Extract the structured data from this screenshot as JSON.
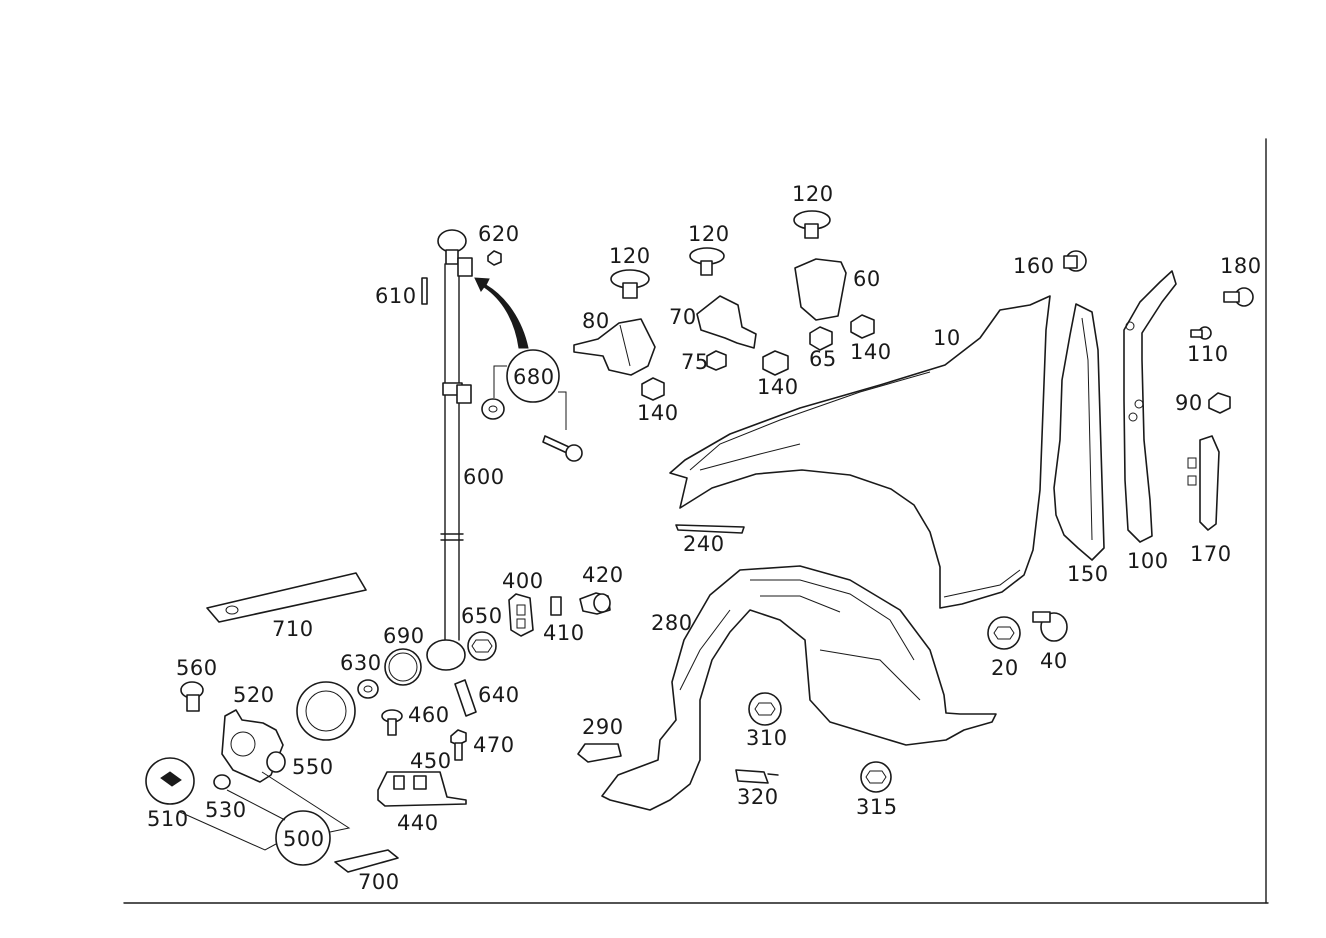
{
  "labels": {
    "p10": "10",
    "p20": "20",
    "p40": "40",
    "p60": "60",
    "p65": "65",
    "p70": "70",
    "p75": "75",
    "p80": "80",
    "p90": "90",
    "p100": "100",
    "p110": "110",
    "p120a": "120",
    "p120b": "120",
    "p120c": "120",
    "p140a": "140",
    "p140b": "140",
    "p140c": "140",
    "p150": "150",
    "p160": "160",
    "p170": "170",
    "p180": "180",
    "p240": "240",
    "p280": "280",
    "p290": "290",
    "p310": "310",
    "p315": "315",
    "p320": "320",
    "p400": "400",
    "p410": "410",
    "p420": "420",
    "p440": "440",
    "p450": "450",
    "p460": "460",
    "p470": "470",
    "p500": "500",
    "p510": "510",
    "p520": "520",
    "p530": "530",
    "p550": "550",
    "p560": "560",
    "p600": "600",
    "p610": "610",
    "p620": "620",
    "p630": "630",
    "p640": "640",
    "p650": "650",
    "p680": "680",
    "p690": "690",
    "p700": "700",
    "p710": "710"
  },
  "colors": {
    "line": "#1a1a1a",
    "background": "#ffffff"
  }
}
